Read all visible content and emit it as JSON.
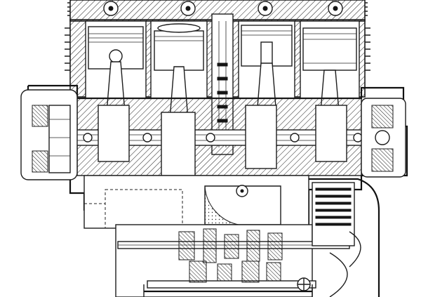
{
  "drawing": {
    "cylinders": 4,
    "pistons_shown": 4,
    "style": "technical-cutaway-line-drawing",
    "background_color": "#ffffff",
    "ink_color": "#1c1c1c"
  }
}
